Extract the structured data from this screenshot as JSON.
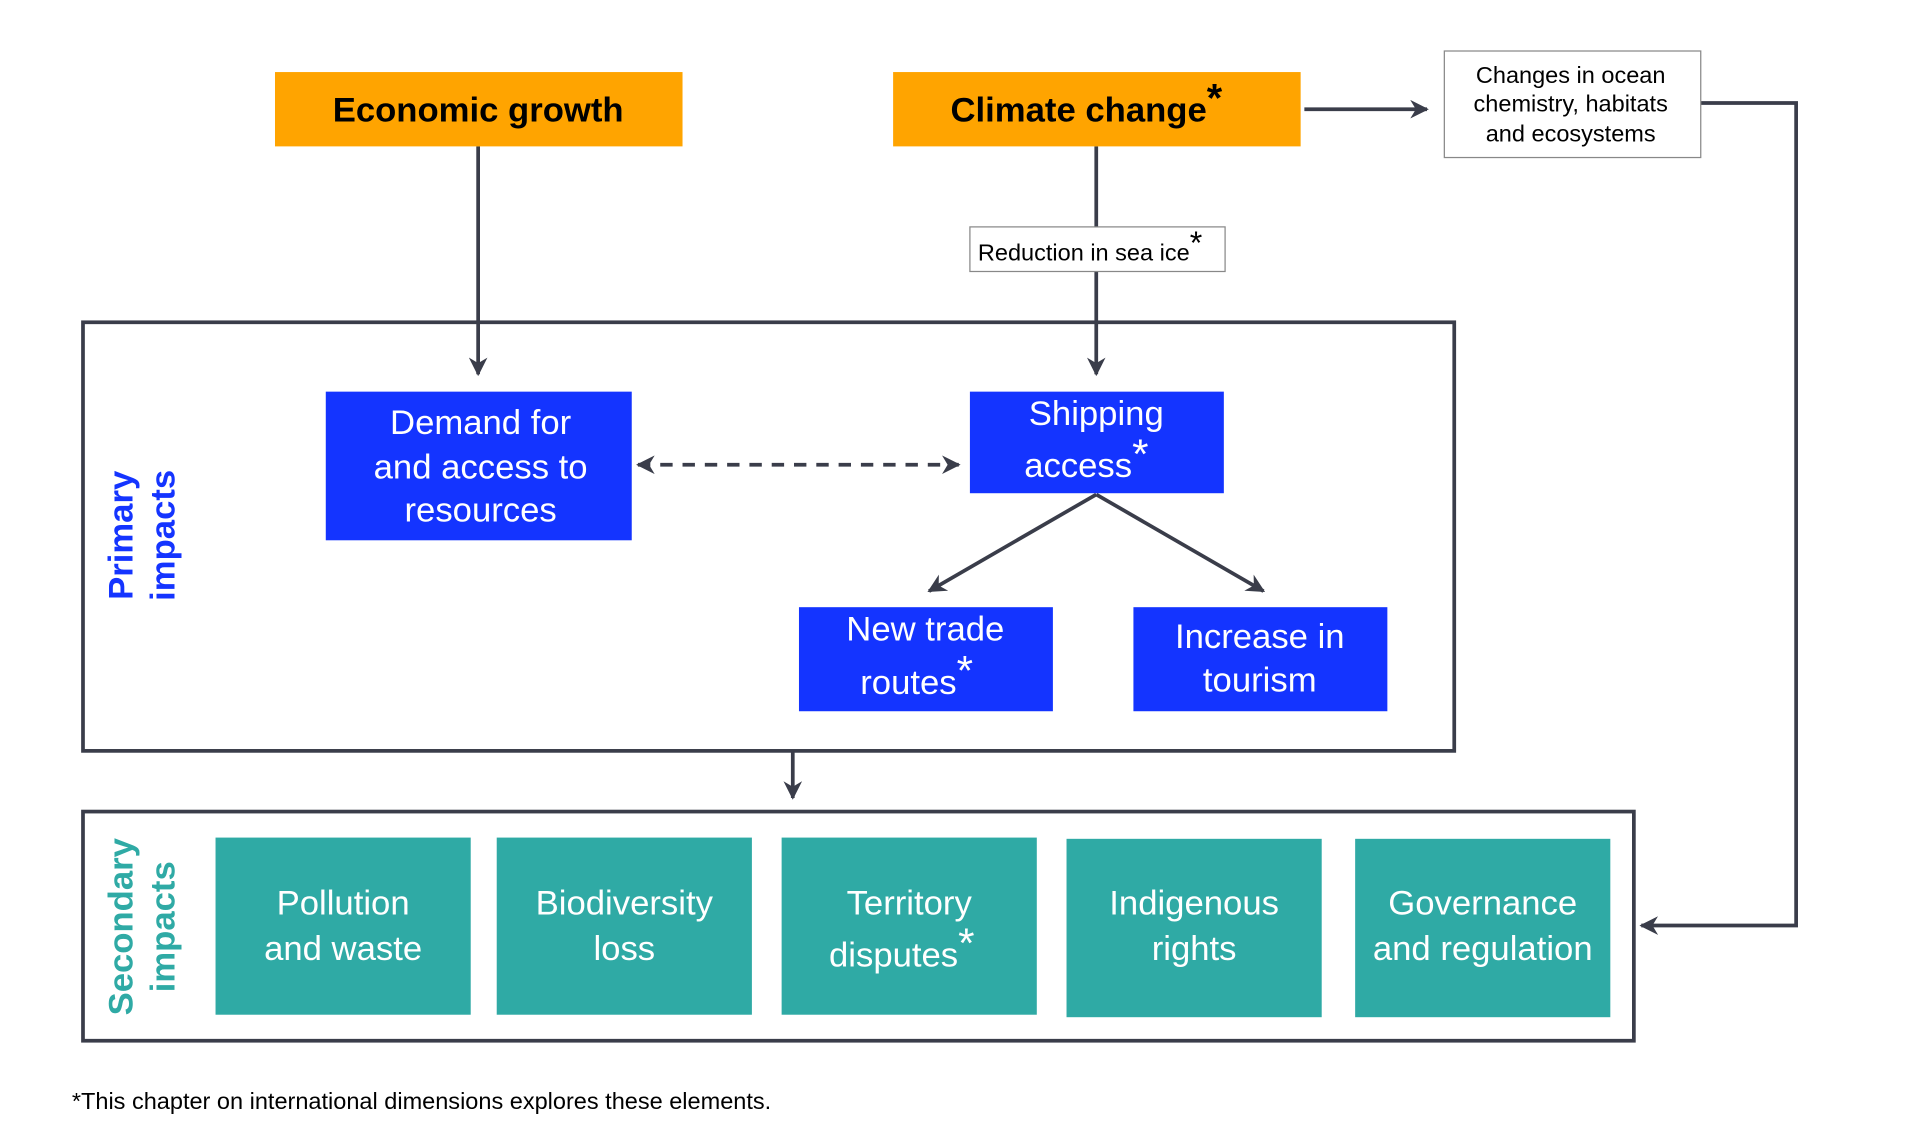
{
  "drivers": {
    "economic_growth": "Economic growth",
    "climate_change": "Climate change",
    "asterisk": "*"
  },
  "ocean_changes": [
    "Changes in ocean",
    "chemistry, habitats",
    "and ecosystems"
  ],
  "sea_ice": "Reduction in sea ice",
  "primary": {
    "label": [
      "Primary",
      "impacts"
    ],
    "demand": [
      "Demand for",
      "and access to",
      "resources"
    ],
    "shipping": [
      "Shipping",
      "access"
    ],
    "trade_routes": [
      "New trade",
      "routes"
    ],
    "tourism": [
      "Increase in",
      "tourism"
    ]
  },
  "secondary": {
    "label": [
      "Secondary",
      "impacts"
    ],
    "items": [
      {
        "lines": [
          "Pollution",
          "and waste"
        ],
        "asterisk": ""
      },
      {
        "lines": [
          "Biodiversity",
          "loss"
        ],
        "asterisk": ""
      },
      {
        "lines": [
          "Territory",
          "disputes"
        ],
        "asterisk": "*"
      },
      {
        "lines": [
          "Indigenous",
          "rights"
        ],
        "asterisk": ""
      },
      {
        "lines": [
          "Governance",
          "and regulation"
        ],
        "asterisk": ""
      }
    ]
  },
  "footnote": "*This chapter on international dimensions explores these elements.",
  "colors": {
    "driver": "#FFA400",
    "primary": "#1434FF",
    "secondary": "#2FAAA5",
    "line": "#3a3d4a"
  }
}
